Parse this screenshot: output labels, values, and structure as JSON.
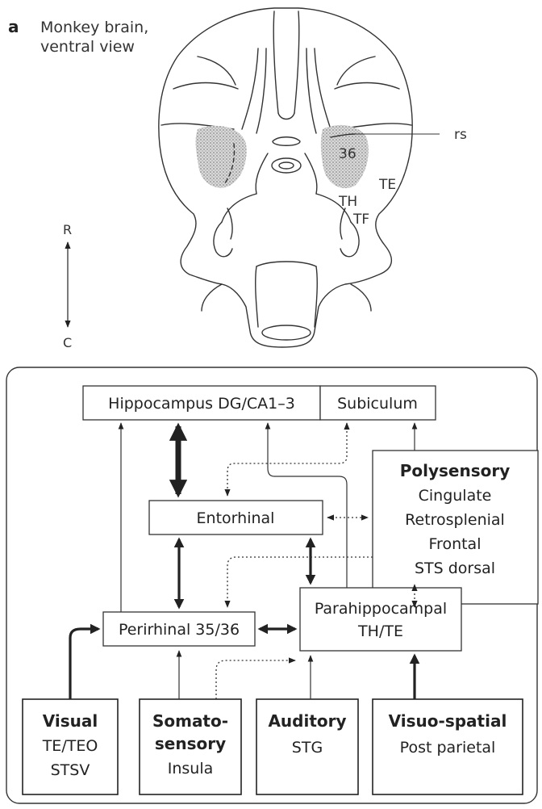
{
  "panel": {
    "letter": "a",
    "caption_line1": "Monkey brain,",
    "caption_line2": "ventral view"
  },
  "brain_labels": {
    "rs": "rs",
    "area36": "36",
    "te": "TE",
    "th": "TH",
    "tf": "TF"
  },
  "orientation": {
    "rostral": "R",
    "caudal": "C"
  },
  "boxes": {
    "hippocampus": "Hippocampus DG/CA1–3",
    "subiculum": "Subiculum",
    "entorhinal": "Entorhinal",
    "perirhinal": "Perirhinal 35/36",
    "parahippocampal_line1": "Parahippocampal",
    "parahippocampal_line2": "TH/TE",
    "polysensory": {
      "title": "Polysensory",
      "lines": [
        "Cingulate",
        "Retrosplenial",
        "Frontal",
        "STS dorsal"
      ]
    },
    "visual": {
      "title": "Visual",
      "lines": [
        "TE/TEO",
        "STSV"
      ]
    },
    "somatosensory": {
      "title_line1": "Somato-",
      "title_line2": "sensory",
      "lines": [
        "Insula"
      ]
    },
    "auditory": {
      "title": "Auditory",
      "lines": [
        "STG"
      ]
    },
    "visuospatial": {
      "title": "Visuo-spatial",
      "lines": [
        "Post parietal"
      ]
    }
  },
  "colors": {
    "ink": "#222222",
    "shading": "#b8b8b8"
  }
}
